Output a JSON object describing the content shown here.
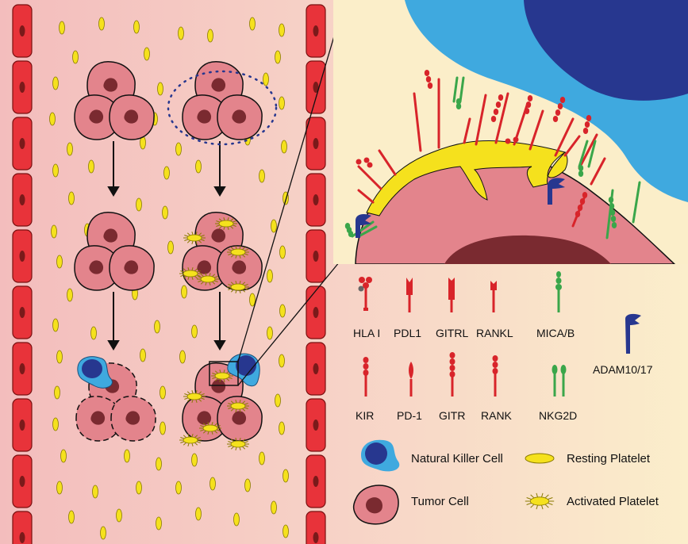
{
  "molecule_labels": {
    "hla_i": "HLA I",
    "pdl1": "PDL1",
    "gitrl": "GITRL",
    "rankl": "RANKL",
    "mica_b": "MICA/B",
    "kir": "KIR",
    "pd_1": "PD-1",
    "gitr": "GITR",
    "rank": "RANK",
    "nkg2d": "NKG2D",
    "adam10_17": "ADAM10/17"
  },
  "legend": {
    "natural_killer_cell": "Natural Killer Cell",
    "resting_platelet": "Resting Platelet",
    "tumor_cell": "Tumor Cell",
    "activated_platelet": "Activated Platelet"
  },
  "colors": {
    "vessel_wall": "#e8333a",
    "rbc_nucleus": "#7a1a1a",
    "tumor_cell": "#e3848c",
    "tumor_nucleus": "#7a2a30",
    "platelet": "#f5e11d",
    "nk_light": "#3fa9df",
    "nk_dark": "#27378f",
    "ligand_red": "#d8242a",
    "receptor_green": "#3aa64a",
    "adam_blue": "#27378f"
  }
}
